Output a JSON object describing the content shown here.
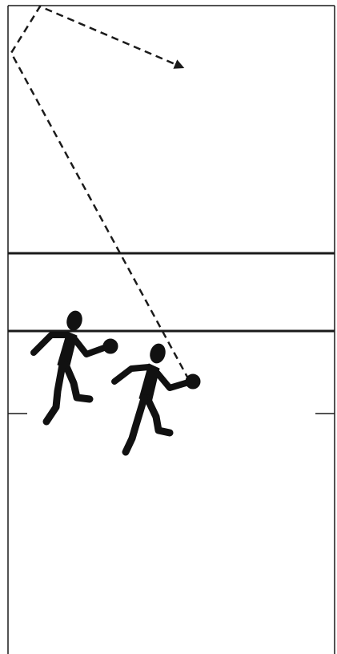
{
  "court": {
    "background": "#ffffff",
    "line_color": "#1a1a1a",
    "figure_color": "#111111",
    "sections": [
      "service-line",
      "short-line",
      "receiving-line"
    ]
  },
  "players": [
    {
      "role": "partner",
      "icon": "player-silhouette-icon"
    },
    {
      "role": "server",
      "icon": "player-silhouette-icon"
    }
  ],
  "ball_path": {
    "style": "dashed",
    "segments": 3,
    "ends_with": "arrowhead"
  }
}
